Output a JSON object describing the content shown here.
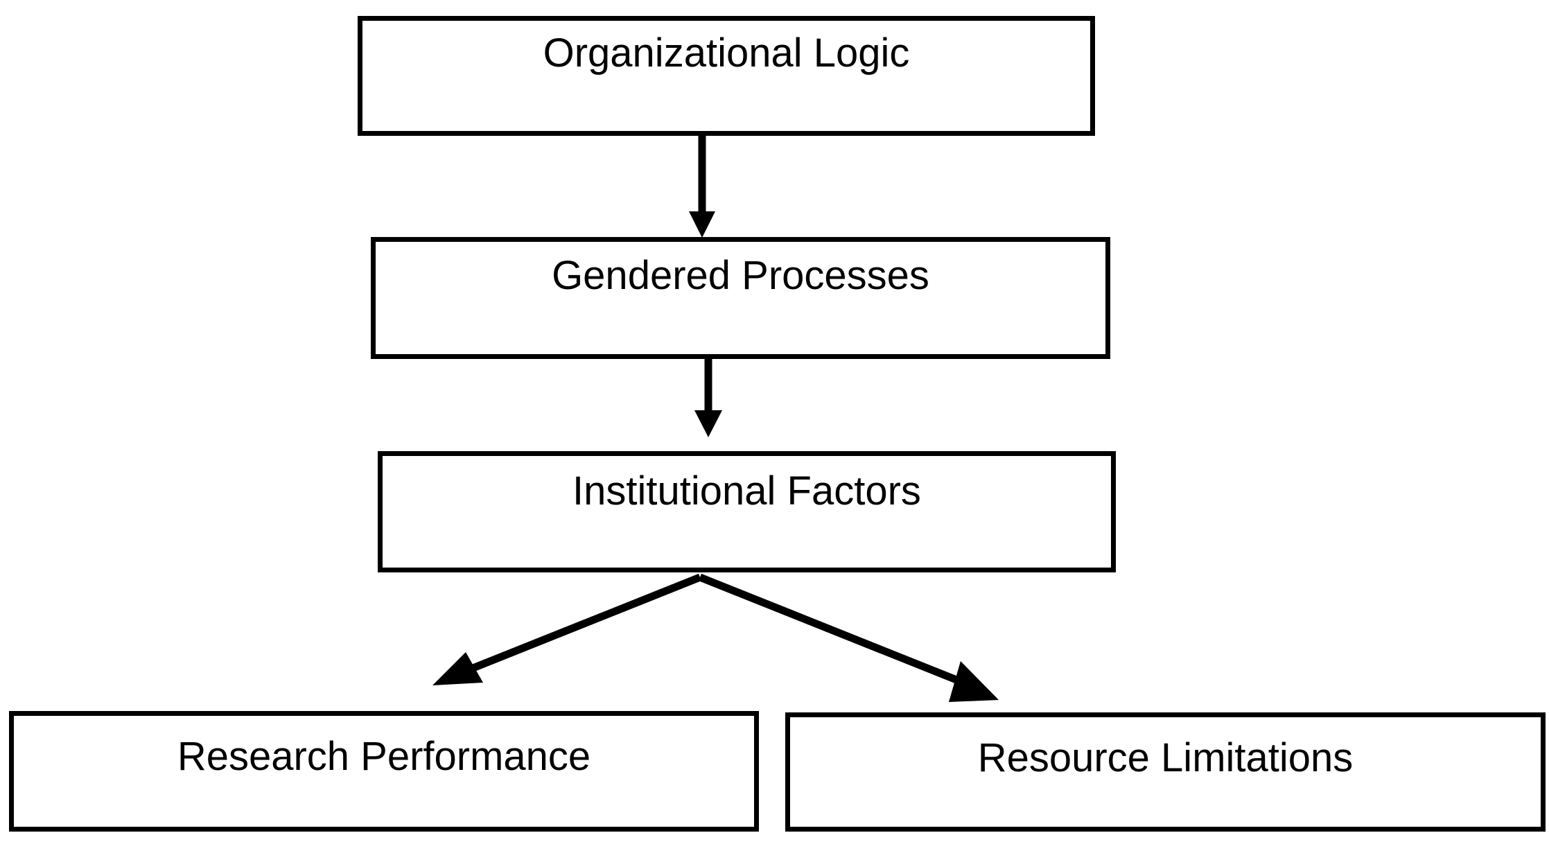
{
  "diagram": {
    "type": "flowchart",
    "title": "",
    "background_color": "#FFFFFF",
    "stroke_color": "#000000",
    "text_color": "#000000",
    "nodes": [
      {
        "id": "organizational-logic",
        "label": "Organizational Logic",
        "shape": "rectangle",
        "level": 1
      },
      {
        "id": "gendered-processes",
        "label": "Gendered Processes",
        "shape": "rectangle",
        "level": 2
      },
      {
        "id": "institutional-factors",
        "label": "Institutional Factors",
        "shape": "rectangle",
        "level": 3
      },
      {
        "id": "research-performance",
        "label": "Research Performance",
        "shape": "rectangle",
        "level": 4
      },
      {
        "id": "resource-limitations",
        "label": "Resource Limitations",
        "shape": "rectangle",
        "level": 4
      }
    ],
    "edges": [
      {
        "id": "edge-1",
        "from": "organizational-logic",
        "to": "gendered-processes",
        "label": "",
        "style": "solid",
        "arrowhead": "filled-triangle",
        "direction": "down"
      },
      {
        "id": "edge-2",
        "from": "gendered-processes",
        "to": "institutional-factors",
        "label": "",
        "style": "solid",
        "arrowhead": "filled-triangle",
        "direction": "down"
      },
      {
        "id": "edge-3",
        "from": "institutional-factors",
        "to": "research-performance",
        "label": "",
        "style": "solid",
        "arrowhead": "filled-triangle",
        "direction": "down-left"
      },
      {
        "id": "edge-4",
        "from": "institutional-factors",
        "to": "resource-limitations",
        "label": "",
        "style": "solid",
        "arrowhead": "filled-triangle",
        "direction": "down-right"
      }
    ]
  }
}
